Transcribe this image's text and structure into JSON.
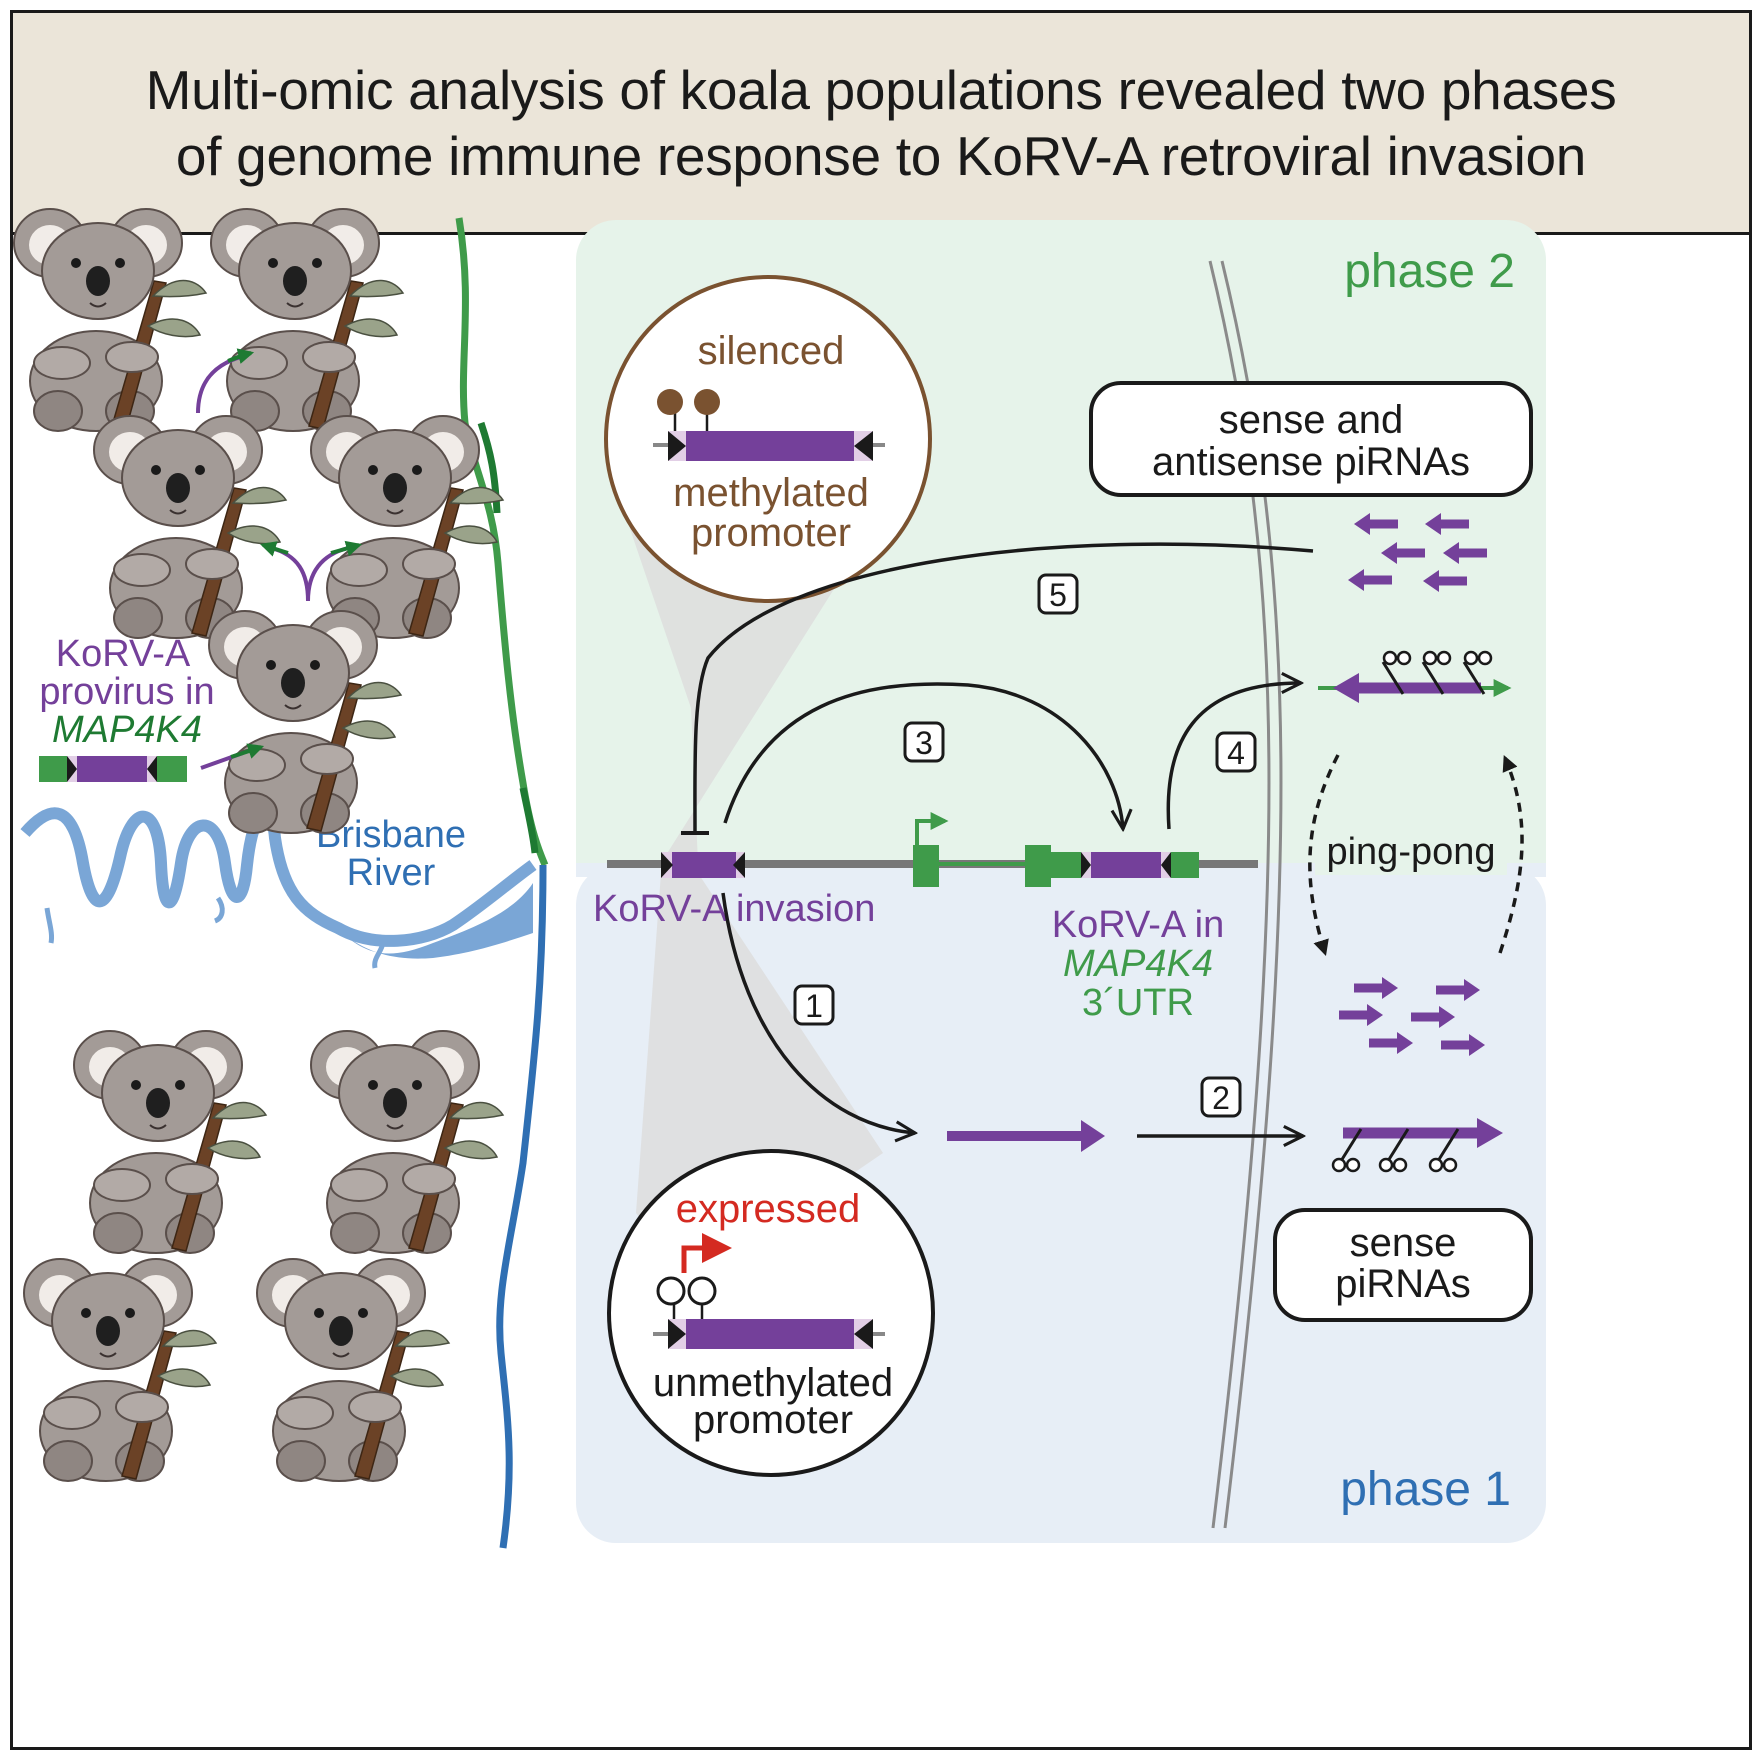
{
  "title": {
    "line1": "Multi-omic analysis of koala populations revealed two phases",
    "line2": "of genome immune response to KoRV-A retroviral invasion"
  },
  "labels": {
    "phase2": "phase 2",
    "phase1": "phase 1",
    "silenced": "silenced",
    "methylated_1": "methylated",
    "methylated_2": "promoter",
    "expressed": "expressed",
    "unmethylated_1": "unmethylated",
    "unmethylated_2": "promoter",
    "korv_provirus_1": "KoRV-A",
    "korv_provirus_2": "provirus in",
    "korv_provirus_3": "MAP4K4",
    "river_1": "Brisbane",
    "river_2": "River",
    "invasion": "KoRV-A invasion",
    "korv_in_1": "KoRV-A in",
    "korv_in_2": "MAP4K4",
    "korv_in_3": "3´UTR",
    "box_sense_antisense_1": "sense and",
    "box_sense_antisense_2": "antisense piRNAs",
    "box_sense_1": "sense",
    "box_sense_2": "piRNAs",
    "pingpong": "ping-pong",
    "step1": "1",
    "step2": "2",
    "step3": "3",
    "step4": "4",
    "step5": "5"
  },
  "colors": {
    "header_bg": "#ebe5d9",
    "phase2_bg": "#e6f3ea",
    "phase1_bg": "#e7eef6",
    "green": "#3f9b4a",
    "dark_green": "#1e7a32",
    "blue": "#2f6fb3",
    "river": "#7aa6d6",
    "purple": "#74409a",
    "brown": "#7a5230",
    "red": "#d42a21"
  },
  "icons": [
    "koala-icon",
    "scissors-icon",
    "promoter-arrow-icon",
    "methyl-lollipop-icon"
  ]
}
